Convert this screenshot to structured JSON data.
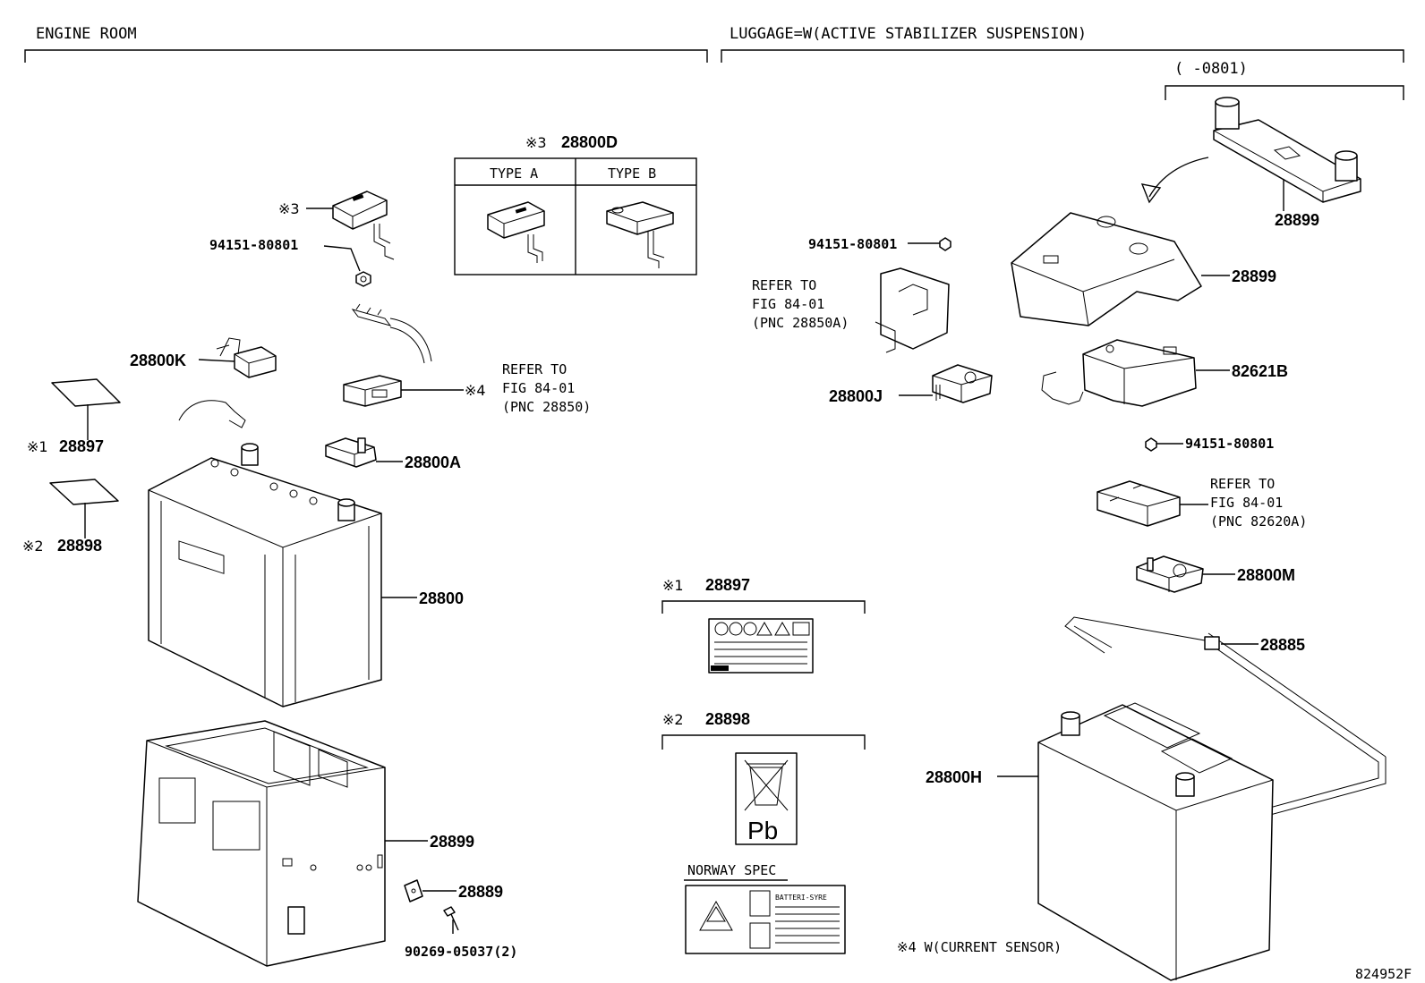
{
  "sections": {
    "engine_room": "ENGINE ROOM",
    "luggage": "LUGGAGE=W(ACTIVE STABILIZER SUSPENSION)",
    "date_range": "(     -0801)"
  },
  "type_table": {
    "mark": "※3",
    "part": "28800D",
    "type_a": "TYPE A",
    "type_b": "TYPE B"
  },
  "labels": {
    "mark3_cover": "※3",
    "nut_left": "94151-80801",
    "p28800K": "28800K",
    "mark1_left": "※1",
    "p28897_left": "28897",
    "mark2_left": "※2",
    "p28898_left": "28898",
    "mark4_sensor": "※4",
    "ref1_l1": "REFER TO",
    "ref1_l2": "FIG 84-01",
    "ref1_l3": "(PNC 28850)",
    "p28800A": "28800A",
    "p28800": "28800",
    "p28899_tray": "28899",
    "p28889": "28889",
    "bolt": "90269-05037(2)",
    "nut_right_top": "94151-80801",
    "ref2_l1": "REFER TO",
    "ref2_l2": "FIG 84-01",
    "ref2_l3": "(PNC 28850A)",
    "p28800J": "28800J",
    "p28899_a": "28899",
    "p28899_b": "28899",
    "p82621B": "82621B",
    "nut_right_mid": "94151-80801",
    "ref3_l1": "REFER TO",
    "ref3_l2": "FIG 84-01",
    "ref3_l3": "(PNC 82620A)",
    "p28800M": "28800M",
    "p28885": "28885",
    "p28800H": "28800H",
    "box1_mark": "※1",
    "box1_part": "28897",
    "box2_mark": "※2",
    "box2_part": "28898",
    "norway": "NORWAY SPEC",
    "batteri": "BATTERI-SYRE",
    "pb": "Pb",
    "note": "※4  W(CURRENT SENSOR)",
    "fig_id": "824952F"
  }
}
